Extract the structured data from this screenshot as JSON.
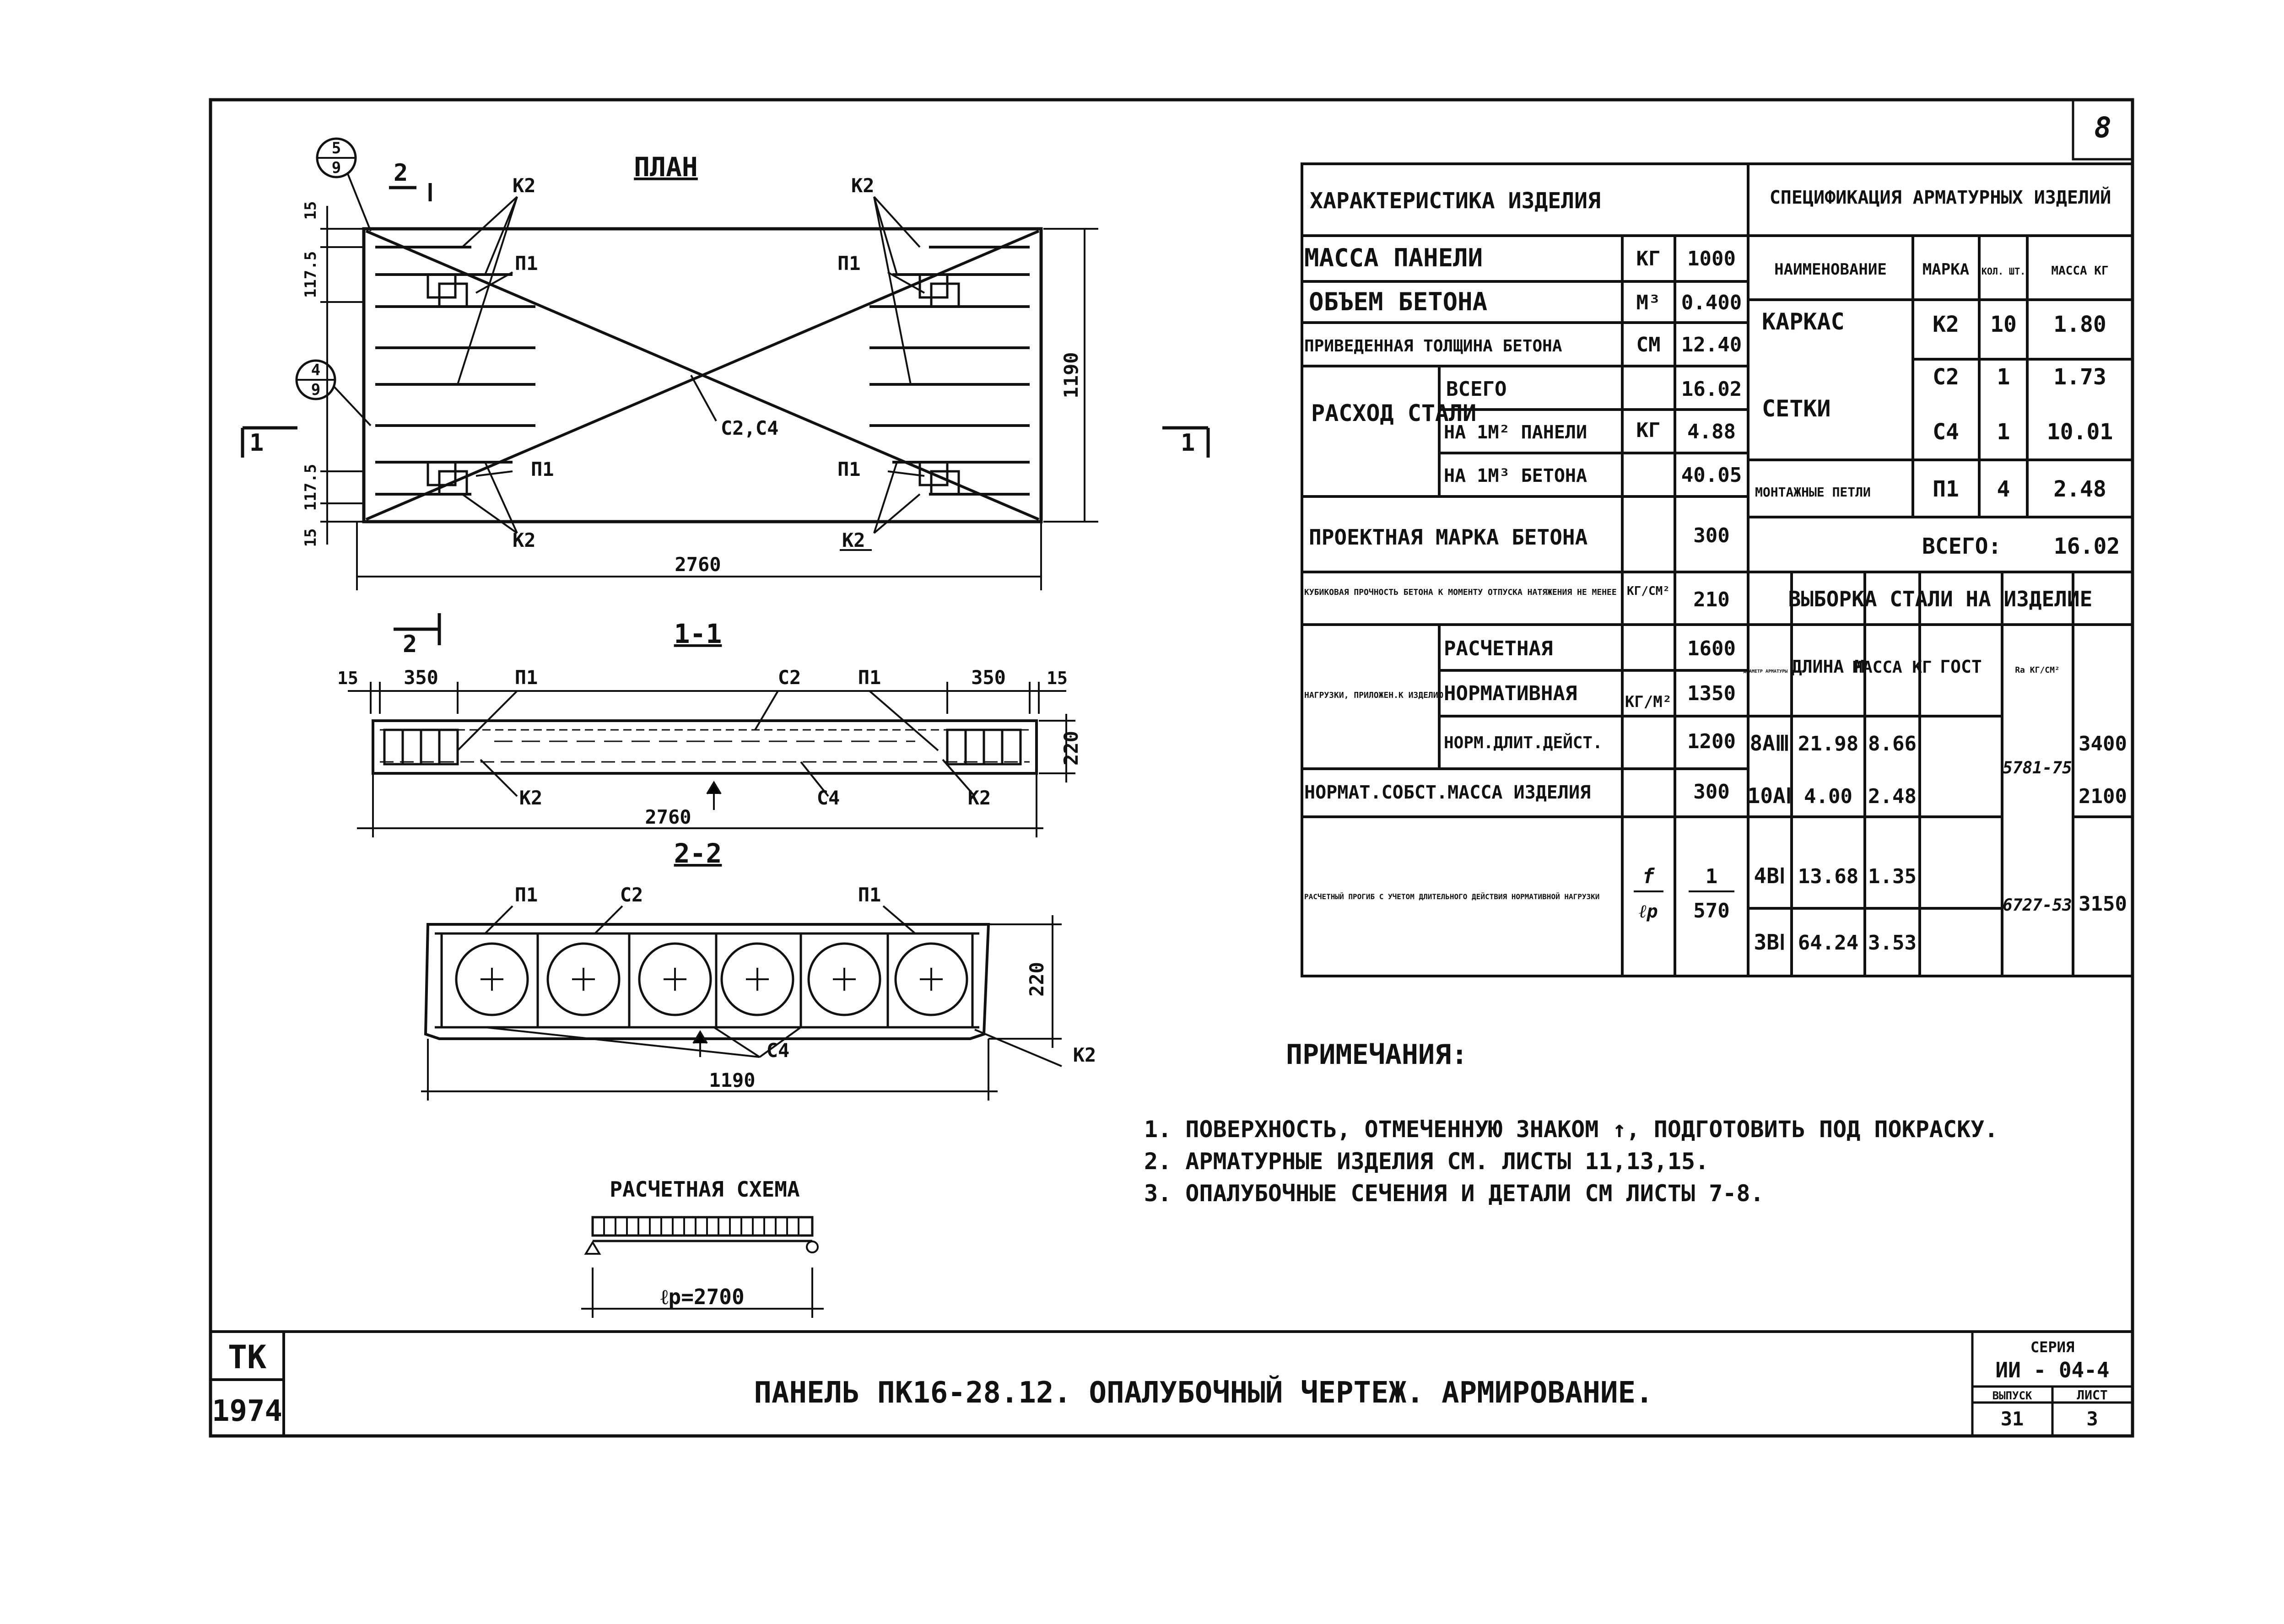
{
  "sheet": {
    "page_number": "8",
    "title": "ПАНЕЛЬ ПК16-28.12. ОПАЛУБОЧНЫЙ ЧЕРТЕЖ. АРМИРОВАНИЕ.",
    "stamp_tk": "ТК",
    "stamp_year": "1974",
    "series_label": "СЕРИЯ",
    "series_value": "ИИ - 04-4",
    "issue_label": "ВЫПУСК",
    "issue_value": "31",
    "sheet_label": "ЛИСТ",
    "sheet_value": "3"
  },
  "plan": {
    "title": "ПЛАН",
    "dim_length": "2760",
    "dim_width": "1190",
    "dim_15_top": "15",
    "dim_117_top": "117.5",
    "dim_117_bot": "117.5",
    "dim_15_bot": "15",
    "lbl_k2_tl": "К2",
    "lbl_k2_tr": "К2",
    "lbl_k2_bl": "К2",
    "lbl_k2_br": "К2",
    "lbl_p1_tl": "П1",
    "lbl_p1_tr": "П1",
    "lbl_p1_bl": "П1",
    "lbl_p1_br": "П1",
    "lbl_c2c4": "С2,С4",
    "circle1_top": "5",
    "circle1_bot": "9",
    "circle2_top": "4",
    "circle2_bot": "9",
    "sec2_label": "2",
    "sec2_label_b": "2",
    "sec1_label_l": "1",
    "sec1_label_r": "1"
  },
  "section_1_1": {
    "title": "1-1",
    "d15_l": "15",
    "d350_l": "350",
    "d350_r": "350",
    "d15_r": "15",
    "lbl_p1_l": "П1",
    "lbl_c2": "С2",
    "lbl_p1_r": "П1",
    "lbl_k2_l": "К2",
    "lbl_c4": "С4",
    "lbl_k2_r": "К2",
    "dim_length": "2760",
    "dim_height": "220"
  },
  "section_2_2": {
    "title": "2-2",
    "lbl_p1_l": "П1",
    "lbl_c2": "С2",
    "lbl_p1_r": "П1",
    "lbl_c4": "С4",
    "lbl_k2": "К2",
    "dim_width": "1190",
    "dim_height": "220"
  },
  "scheme": {
    "title": "РАСЧЕТНАЯ СХЕМА",
    "span": "ℓр=2700"
  },
  "characteristics": {
    "header": "ХАРАКТЕРИСТИКА ИЗДЕЛИЯ",
    "rows": [
      {
        "name": "МАССА ПАНЕЛИ",
        "unit": "КГ",
        "value": "1000"
      },
      {
        "name": "ОБЪЕМ БЕТОНА",
        "unit": "М³",
        "value": "0.400"
      },
      {
        "name": "ПРИВЕДЕННАЯ ТОЛЩИНА БЕТОНА",
        "unit": "СМ",
        "value": "12.40"
      }
    ],
    "steel_group": "РАСХОД СТАЛИ",
    "steel_unit": "КГ",
    "steel_rows": [
      {
        "name": "ВСЕГО",
        "value": "16.02"
      },
      {
        "name": "НА 1М² ПАНЕЛИ",
        "value": "4.88"
      },
      {
        "name": "НА 1М³ БЕТОНА",
        "value": "40.05"
      }
    ],
    "grade_name": "ПРОЕКТНАЯ МАРКА БЕТОНА",
    "grade_value": "300",
    "strength_name": "КУБИКОВАЯ ПРОЧНОСТЬ БЕТОНА К МОМЕНТУ ОТПУСКА НАТЯЖЕНИЯ НЕ МЕНЕЕ",
    "strength_value": "210",
    "grade_unit": "КГ/СМ²",
    "load_group": "НАГРУЗКИ, ПРИЛОЖЕН.К ИЗДЕЛИЮ",
    "load_unit": "КГ/М²",
    "load_rows": [
      {
        "name": "РАСЧЕТНАЯ",
        "value": "1600"
      },
      {
        "name": "НОРМАТИВНАЯ",
        "value": "1350"
      },
      {
        "name": "НОРМ.ДЛИТ.ДЕЙСТ.",
        "value": "1200"
      }
    ],
    "self_mass_name": "НОРМАТ.СОБСТ.МАССА ИЗДЕЛИЯ",
    "self_mass_value": "300",
    "deflection_name": "РАСЧЕТНЫЙ ПРОГИБ С УЧЕТОМ ДЛИТЕЛЬНОГО ДЕЙСТВИЯ НОРМАТИВНОЙ НАГРУЗКИ",
    "deflection_unit_top": "f",
    "deflection_unit_bot": "ℓр",
    "deflection_value_top": "1",
    "deflection_value_bot": "570"
  },
  "specification": {
    "header": "СПЕЦИФИКАЦИЯ АРМАТУРНЫХ ИЗДЕЛИЙ",
    "col_name": "НАИМЕНОВАНИЕ",
    "col_mark": "МАРКА",
    "col_qty": "КОЛ. ШТ.",
    "col_mass": "МАССА КГ",
    "rows": [
      {
        "name": "КАРКАС",
        "mark": "К2",
        "qty": "10",
        "mass": "1.80"
      },
      {
        "name": "СЕТКИ",
        "mark": "С2",
        "qty": "1",
        "mass": "1.73"
      },
      {
        "name": "",
        "mark": "С4",
        "qty": "1",
        "mass": "10.01"
      },
      {
        "name": "МОНТАЖНЫЕ ПЕТЛИ",
        "mark": "П1",
        "qty": "4",
        "mass": "2.48"
      }
    ],
    "total_label": "ВСЕГО:",
    "total_value": "16.02"
  },
  "steel_selection": {
    "header": "ВЫБОРКА СТАЛИ НА ИЗДЕЛИЕ",
    "col_diam": "ДИАМЕТР АРМАТУРЫ ММ",
    "col_len": "ДЛИНА М",
    "col_mass": "МАССА КГ",
    "col_gost": "ГОСТ",
    "col_ra": "Rа КГ/СМ²",
    "rows": [
      {
        "diam": "8АⅢ",
        "len": "21.98",
        "mass": "8.66",
        "ra": "3400"
      },
      {
        "diam": "10АⅠ",
        "len": "4.00",
        "mass": "2.48",
        "ra": "2100"
      },
      {
        "diam": "4ВⅠ",
        "len": "13.68",
        "mass": "1.35",
        "ra": "3150"
      },
      {
        "diam": "3ВⅠ",
        "len": "64.24",
        "mass": "3.53",
        "ra": ""
      }
    ],
    "gost_a": "5781-75",
    "gost_b": "6727-53"
  },
  "notes": {
    "title": "ПРИМЕЧАНИЯ:",
    "items": [
      "1. ПОВЕРХНОСТЬ, ОТМЕЧЕННУЮ ЗНАКОМ ↑, ПОДГОТОВИТЬ ПОД ПОКРАСКУ.",
      "2. АРМАТУРНЫЕ ИЗДЕЛИЯ СМ. ЛИСТЫ 11,13,15.",
      "3. ОПАЛУБОЧНЫЕ СЕЧЕНИЯ И ДЕТАЛИ СМ ЛИСТЫ 7-8."
    ]
  }
}
